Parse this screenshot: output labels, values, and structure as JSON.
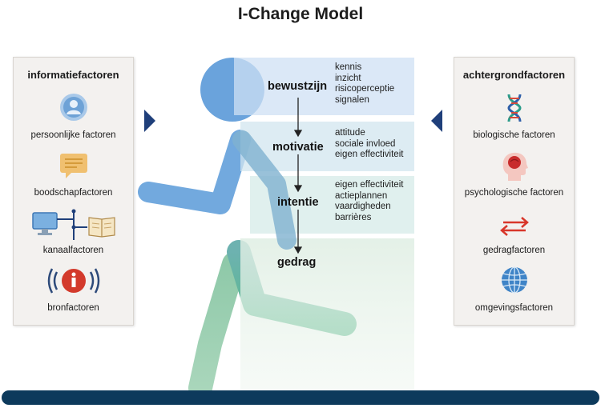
{
  "title": "I-Change Model",
  "left_panel": {
    "title": "informatiefactoren",
    "items": [
      {
        "label": "persoonlijke factoren",
        "icon": "person-icon"
      },
      {
        "label": "boodschapfactoren",
        "icon": "message-icon"
      },
      {
        "label": "kanaalfactoren",
        "icon": "channel-icon"
      },
      {
        "label": "bronfactoren",
        "icon": "info-source-icon"
      }
    ]
  },
  "right_panel": {
    "title": "achtergrondfactoren",
    "items": [
      {
        "label": "biologische factoren",
        "icon": "dna-icon"
      },
      {
        "label": "psychologische factoren",
        "icon": "head-brain-icon"
      },
      {
        "label": "gedragfactoren",
        "icon": "exchange-arrows-icon"
      },
      {
        "label": "omgevingsfactoren",
        "icon": "globe-icon"
      }
    ]
  },
  "stages": [
    {
      "label": "bewustzijn",
      "items": [
        "kennis",
        "inzicht",
        "risicoperceptie",
        "signalen"
      ]
    },
    {
      "label": "motivatie",
      "items": [
        "attitude",
        "sociale invloed",
        "eigen effectiviteit"
      ]
    },
    {
      "label": "intentie",
      "items": [
        "eigen effectiviteit",
        "actieplannen",
        "vaardigheden",
        "barrières"
      ]
    },
    {
      "label": "gedrag",
      "items": []
    }
  ],
  "colors": {
    "figure_blue": "#6aa3dc",
    "figure_green": "#5cb48c",
    "arrow_navy": "#1f3f7a",
    "floor": "#0d3a5c"
  }
}
